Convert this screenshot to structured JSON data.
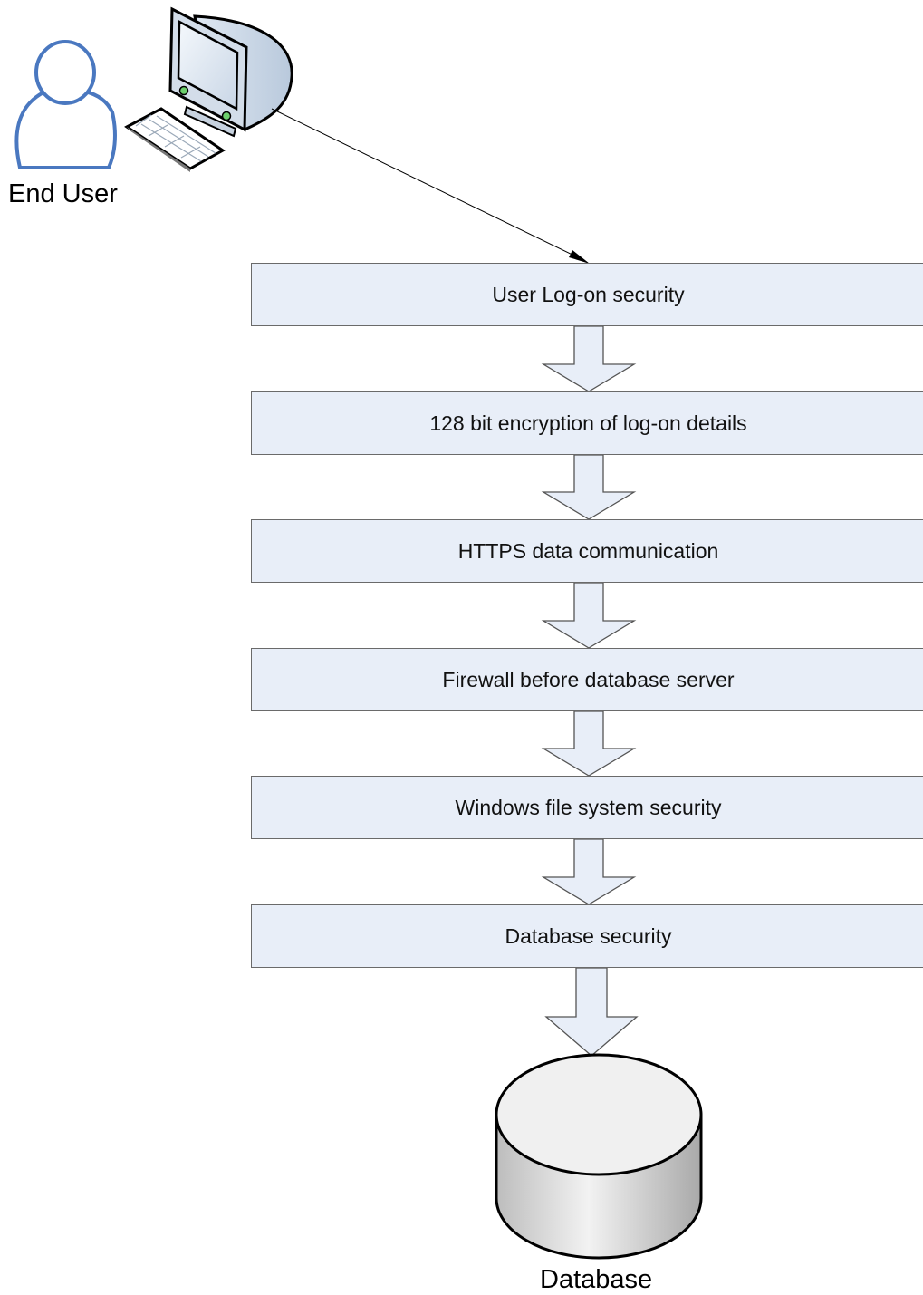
{
  "actor": {
    "label": "End User",
    "icon": "user-icon",
    "device_icon": "computer-icon"
  },
  "layers": [
    {
      "label": "User Log-on security"
    },
    {
      "label": "128 bit encryption of log-on details"
    },
    {
      "label": "HTTPS data communication"
    },
    {
      "label": "Firewall before database server"
    },
    {
      "label": "Windows file system security"
    },
    {
      "label": "Database security"
    }
  ],
  "target": {
    "label": "Database",
    "icon": "database-icon"
  },
  "colors": {
    "box_fill": "#e8eef8",
    "arrow_fill": "#e8eef8",
    "user_outline": "#4a78c0"
  }
}
